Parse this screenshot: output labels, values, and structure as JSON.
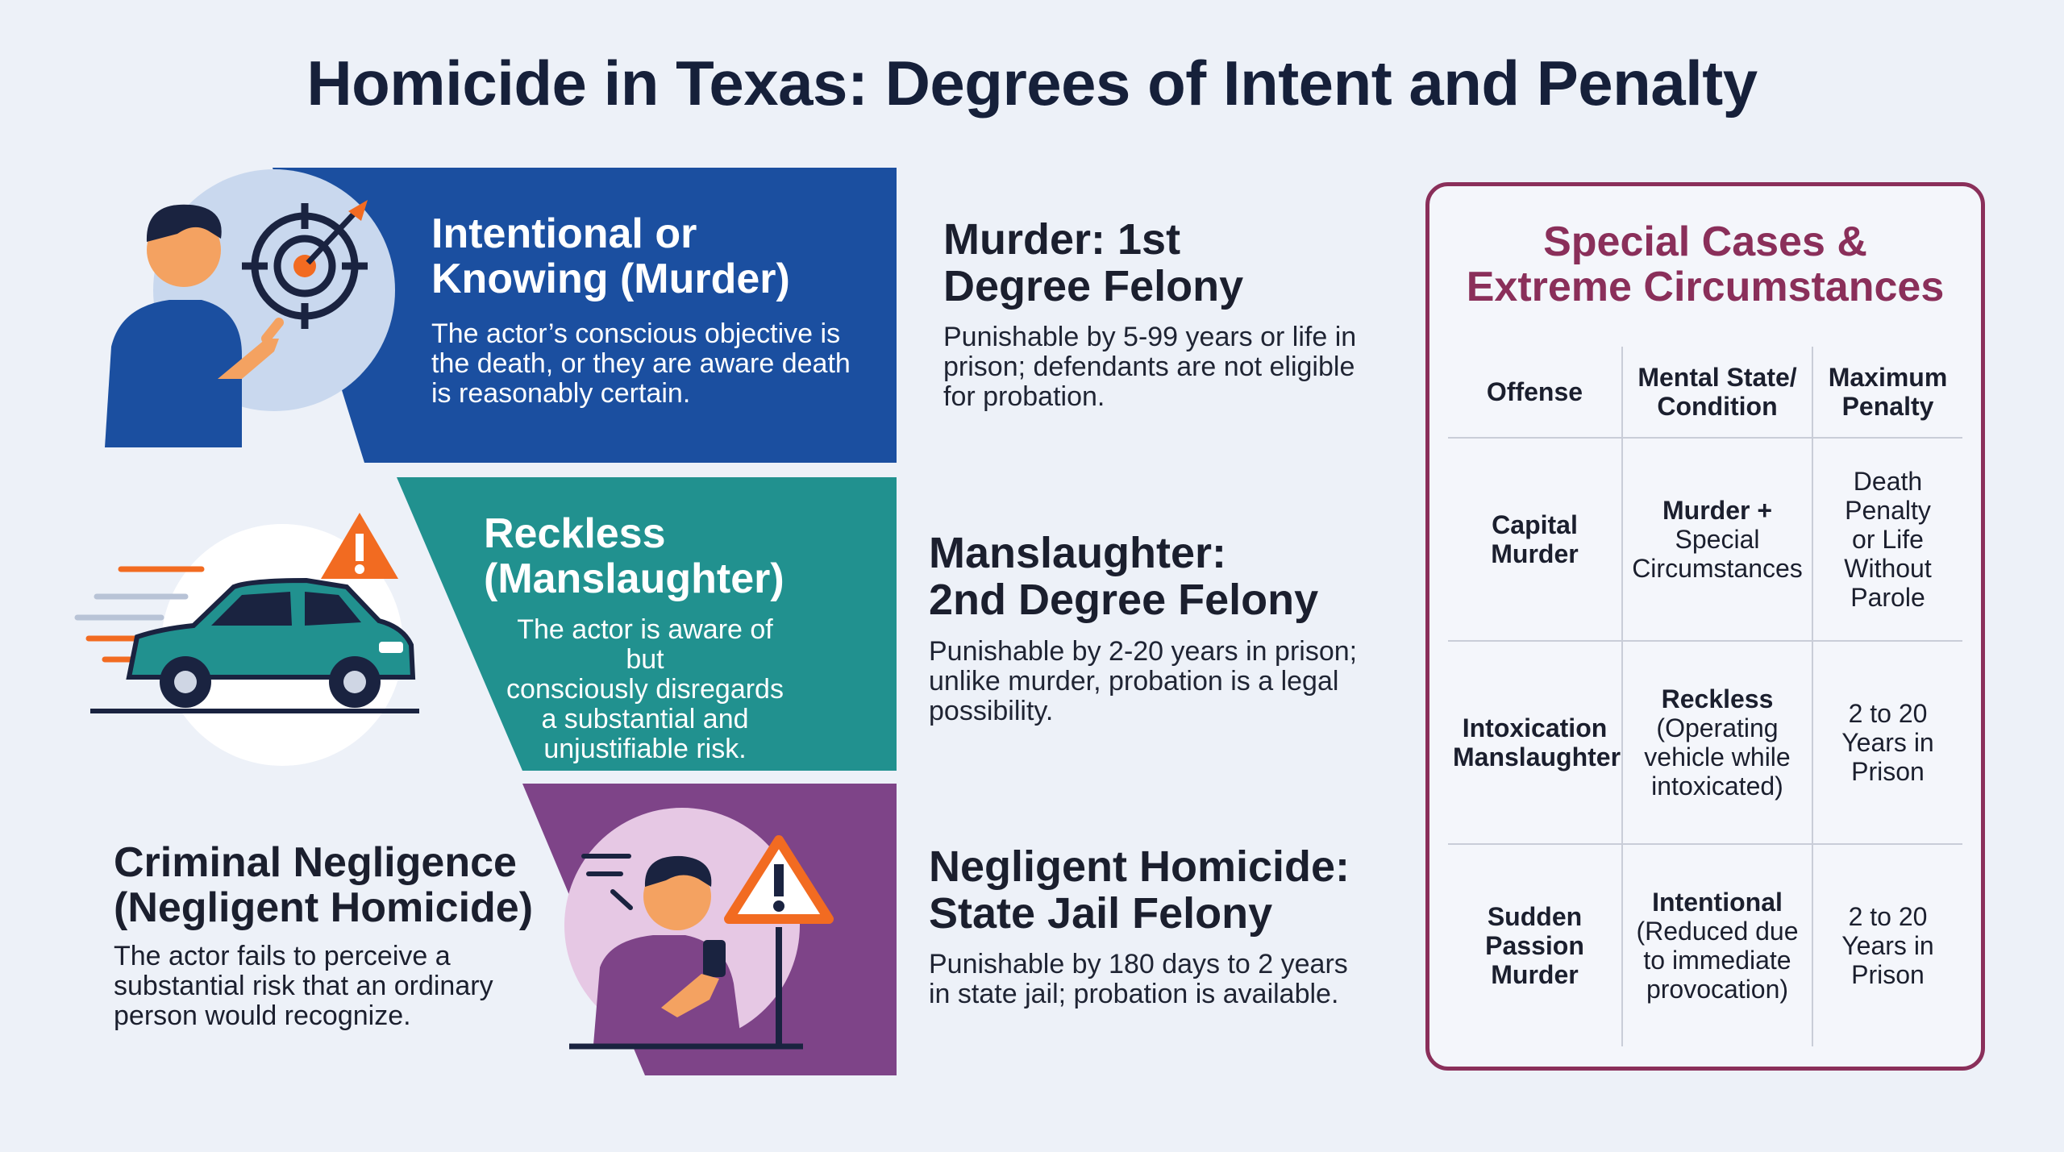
{
  "title": "Homicide in Texas: Degrees of Intent and Penalty",
  "tiers": [
    {
      "title_line1": "Intentional or",
      "title_line2": "Knowing (Murder)",
      "desc_lines": [
        "The actor’s conscious objective is",
        "the death, or they are aware death",
        "is reasonably certain."
      ],
      "color": "#1b4fa0",
      "icon": "target-pointing-person-icon"
    },
    {
      "title_line1": "Reckless",
      "title_line2": "(Manslaughter)",
      "desc_lines": [
        "The actor is aware of but",
        "consciously disregards",
        "a substantial and",
        "unjustifiable risk."
      ],
      "color": "#21918f",
      "icon": "speeding-car-warning-icon"
    },
    {
      "title_line1": "Criminal Negligence",
      "title_line2": "(Negligent Homicide)",
      "desc_lines": [
        "The actor fails to perceive a",
        "substantial risk that an ordinary",
        "person would recognize."
      ],
      "color": "#7e4488",
      "icon": "distracted-phone-warning-icon"
    }
  ],
  "penalties": [
    {
      "title_line1": "Murder: 1st",
      "title_line2": "Degree Felony",
      "desc_lines": [
        "Punishable by 5-99 years or life in",
        "prison; defendants are not eligible",
        "for probation."
      ]
    },
    {
      "title_line1": "Manslaughter:",
      "title_line2": "2nd Degree Felony",
      "desc_lines": [
        "Punishable by 2-20 years in prison;",
        "unlike murder, probation is a legal",
        "possibility."
      ]
    },
    {
      "title_line1": "Negligent Homicide:",
      "title_line2": "State Jail Felony",
      "desc_lines": [
        "Punishable by 180 days to 2 years",
        "in state jail; probation is available."
      ]
    }
  ],
  "special": {
    "title_line1": "Special Cases &",
    "title_line2": "Extreme Circumstances",
    "headers": {
      "offense": "Offense",
      "mental_line1": "Mental State/",
      "mental_line2": "Condition",
      "penalty_line1": "Maximum",
      "penalty_line2": "Penalty"
    },
    "rows": [
      {
        "offense_lines": [
          "Capital",
          "Murder"
        ],
        "mental_bold": "Murder +",
        "mental_lines": [
          "Special",
          "Circumstances"
        ],
        "penalty_lines": [
          "Death",
          "Penalty",
          "or Life",
          "Without",
          "Parole"
        ]
      },
      {
        "offense_lines": [
          "Intoxication",
          "Manslaughter"
        ],
        "mental_bold": "Reckless",
        "mental_lines": [
          "(Operating",
          "vehicle while",
          "intoxicated)"
        ],
        "penalty_lines": [
          "2 to 20",
          "Years in",
          "Prison"
        ]
      },
      {
        "offense_lines": [
          "Sudden",
          "Passion",
          "Murder"
        ],
        "mental_bold": "Intentional",
        "mental_lines": [
          "(Reduced due",
          "to immediate",
          "provocation)"
        ],
        "penalty_lines": [
          "2 to 20",
          "Years in",
          "Prison"
        ]
      }
    ]
  },
  "colors": {
    "murder_blue": "#1b4fa0",
    "reckless_teal": "#21918f",
    "negligence_purple": "#7e4488",
    "special_border": "#8a2f5a",
    "warning_orange": "#f26b21"
  }
}
